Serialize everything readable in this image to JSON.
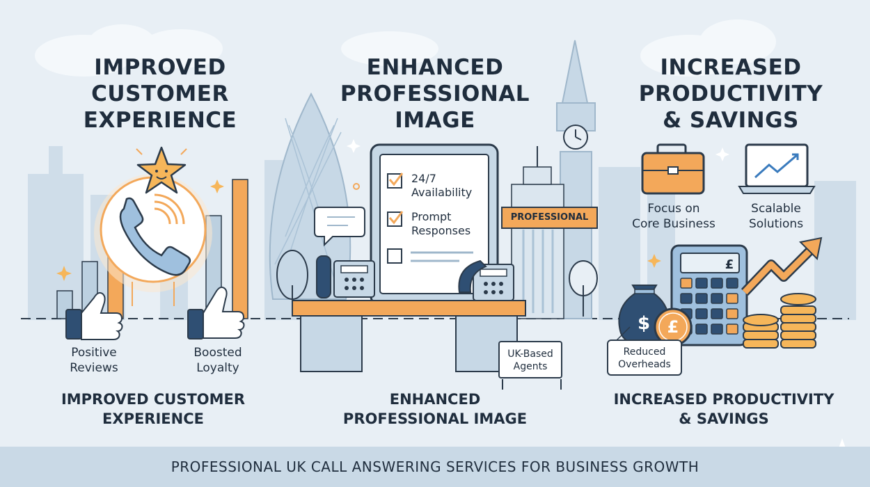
{
  "columns": {
    "left": {
      "title_lines": [
        "IMPROVED",
        "CUSTOMER",
        "EXPERIENCE"
      ],
      "labels": [
        {
          "lines": [
            "Positive",
            "Reviews"
          ]
        },
        {
          "lines": [
            "Boosted",
            "Loyalty"
          ]
        }
      ],
      "subtitle_lines": [
        "IMPROVED CUSTOMER",
        "EXPERIENCE"
      ]
    },
    "middle": {
      "title_lines": [
        "ENHANCED",
        "PROFESSIONAL",
        "IMAGE"
      ],
      "tablet_items": [
        {
          "lines": [
            "24/7",
            "Availability"
          ],
          "checked": true
        },
        {
          "lines": [
            "Prompt",
            "Responses"
          ],
          "checked": true
        }
      ],
      "ribbon": "PROFESSIONAL",
      "sign_lines": [
        "UK-Based",
        "Agents"
      ],
      "subtitle_lines": [
        "ENHANCED",
        "PROFESSIONAL IMAGE"
      ]
    },
    "right": {
      "title_lines": [
        "INCREASED",
        "PRODUCTIVITY",
        "& SAVINGS"
      ],
      "labels": [
        {
          "lines": [
            "Focus on",
            "Core Business"
          ]
        },
        {
          "lines": [
            "Scalable",
            "Solutions"
          ]
        }
      ],
      "tag_lines": [
        "Reduced",
        "Overheads"
      ],
      "calculator_display": "£",
      "bag_symbol": "$",
      "coin_symbol": "£",
      "subtitle_lines": [
        "INCREASED PRODUCTIVITY",
        "& SAVINGS"
      ]
    }
  },
  "footer": "PROFESSIONAL UK CALL ANSWERING SERVICES FOR BUSINESS GROWTH",
  "colors": {
    "background": "#e8eff5",
    "accent_orange": "#f3a85a",
    "skyline_blue": "#bcd0e0",
    "outline": "#2b3a4a",
    "footer_band": "#c9d9e6"
  }
}
